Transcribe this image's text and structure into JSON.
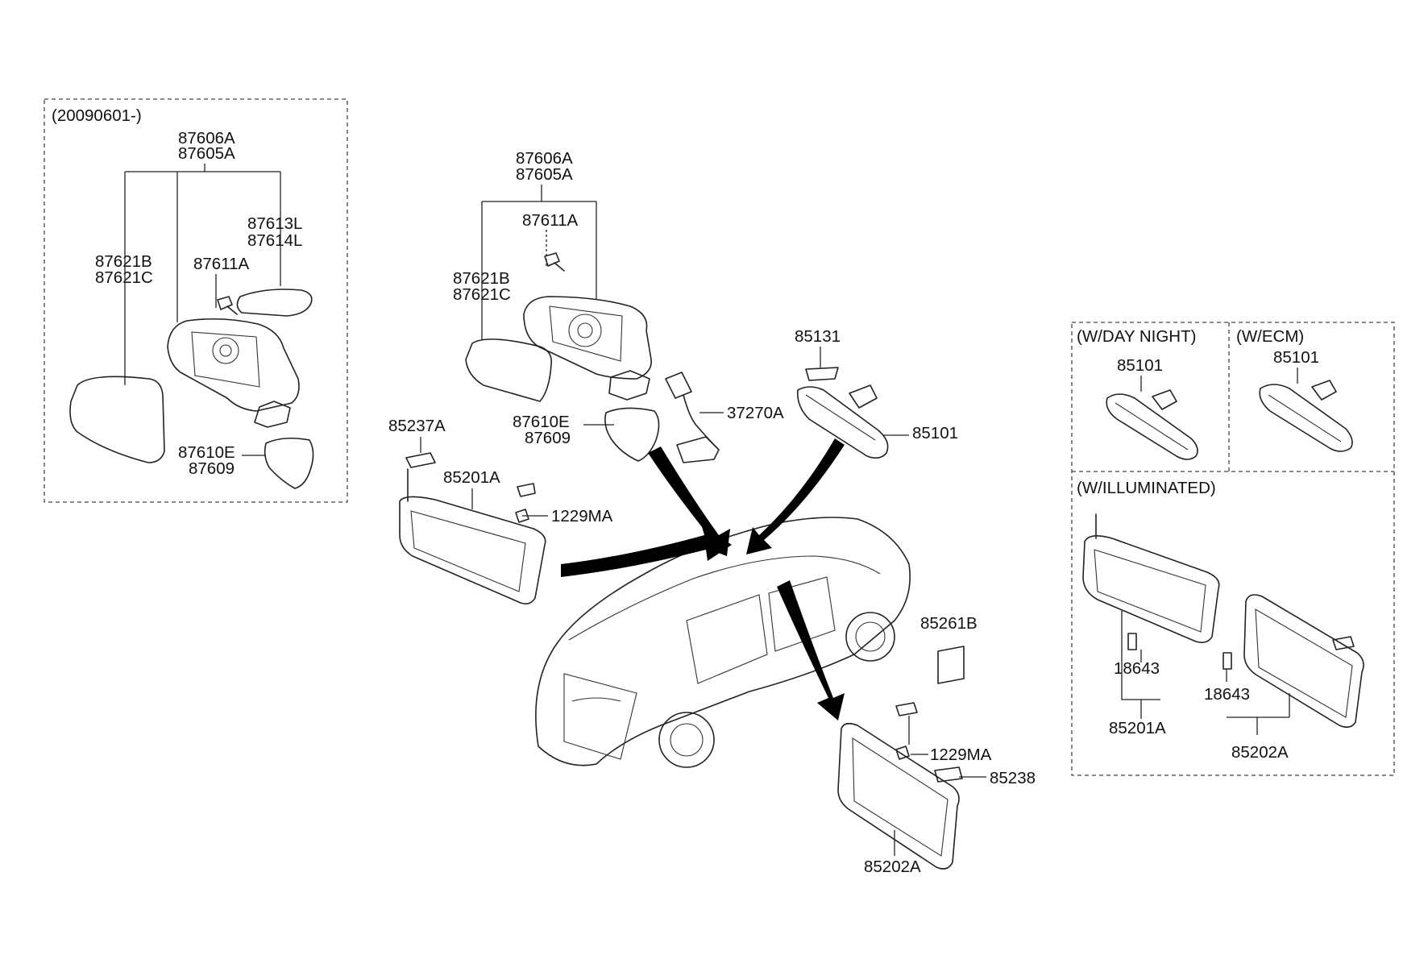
{
  "inset_left": {
    "date_code": "(20090601-)",
    "labels": {
      "mirror_assy_1": "87606A",
      "mirror_assy_2": "87605A",
      "glass_1": "87621B",
      "glass_2": "87621C",
      "lamp_1": "87613L",
      "lamp_2": "87614L",
      "motor": "87611A",
      "cover_1": "87610E",
      "cover_2": "87609"
    }
  },
  "main": {
    "labels": {
      "mirror_assy_1": "87606A",
      "mirror_assy_2": "87605A",
      "motor": "87611A",
      "glass_1": "87621B",
      "glass_2": "87621C",
      "cover_1": "87610E",
      "cover_2": "87609",
      "harness": "37270A",
      "rear_cover": "85131",
      "room_mirror": "85101",
      "holder_left": "85237A",
      "visor_left": "85201A",
      "screw_top": "1229MA",
      "label_plate": "85261B",
      "screw_bottom": "1229MA",
      "holder_right": "85238",
      "visor_right": "85202A"
    }
  },
  "inset_right": {
    "day_night": {
      "title": "(W/DAY  NIGHT)",
      "part": "85101"
    },
    "ecm": {
      "title": "(W/ECM)",
      "part": "85101"
    },
    "illuminated": {
      "title": "(W/ILLUMINATED)",
      "lamp_left": "18643",
      "visor_left": "85201A",
      "lamp_right": "18643",
      "visor_right": "85202A"
    }
  }
}
